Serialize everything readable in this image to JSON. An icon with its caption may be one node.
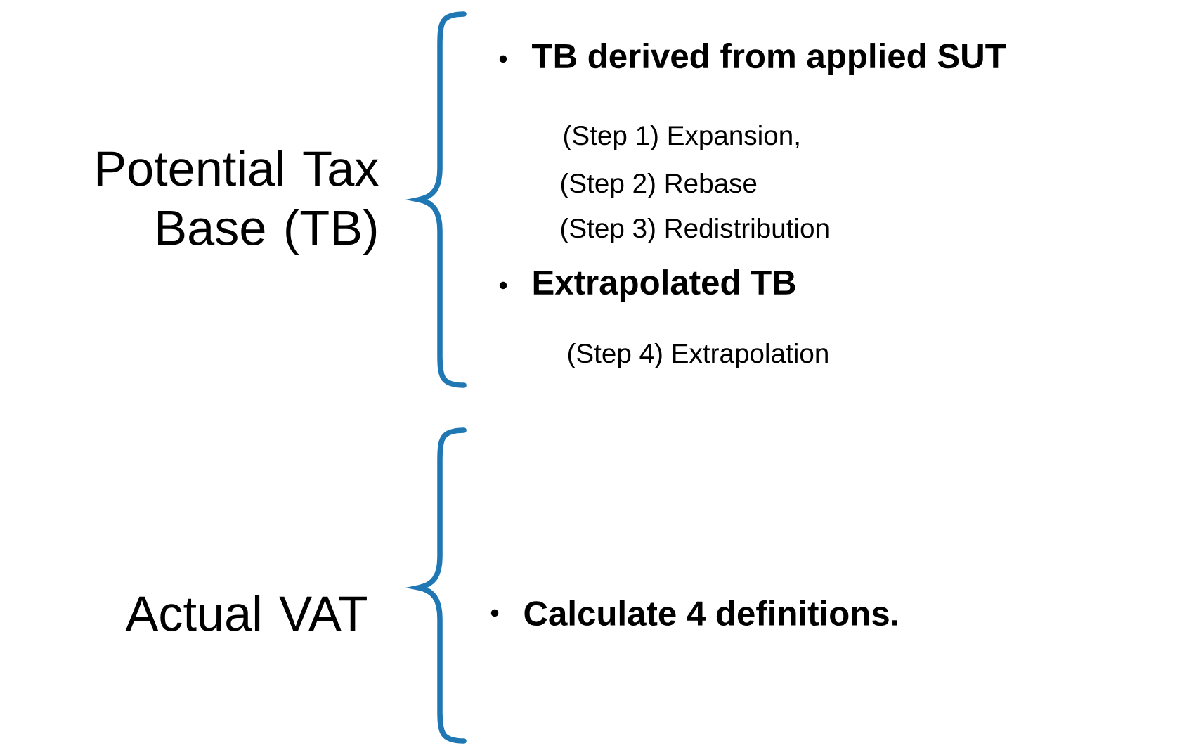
{
  "diagram": {
    "labels": [
      "Potential Tax Base (TB)",
      "TB derived from applied SUT",
      "(Step 1) Expansion,",
      "(Step 2) Rebase",
      "(Step 3) Redistribution",
      "Extrapolated TB",
      "(Step 4) Extrapolation",
      "Actual VAT",
      "Calculate 4 definitions."
    ]
  }
}
